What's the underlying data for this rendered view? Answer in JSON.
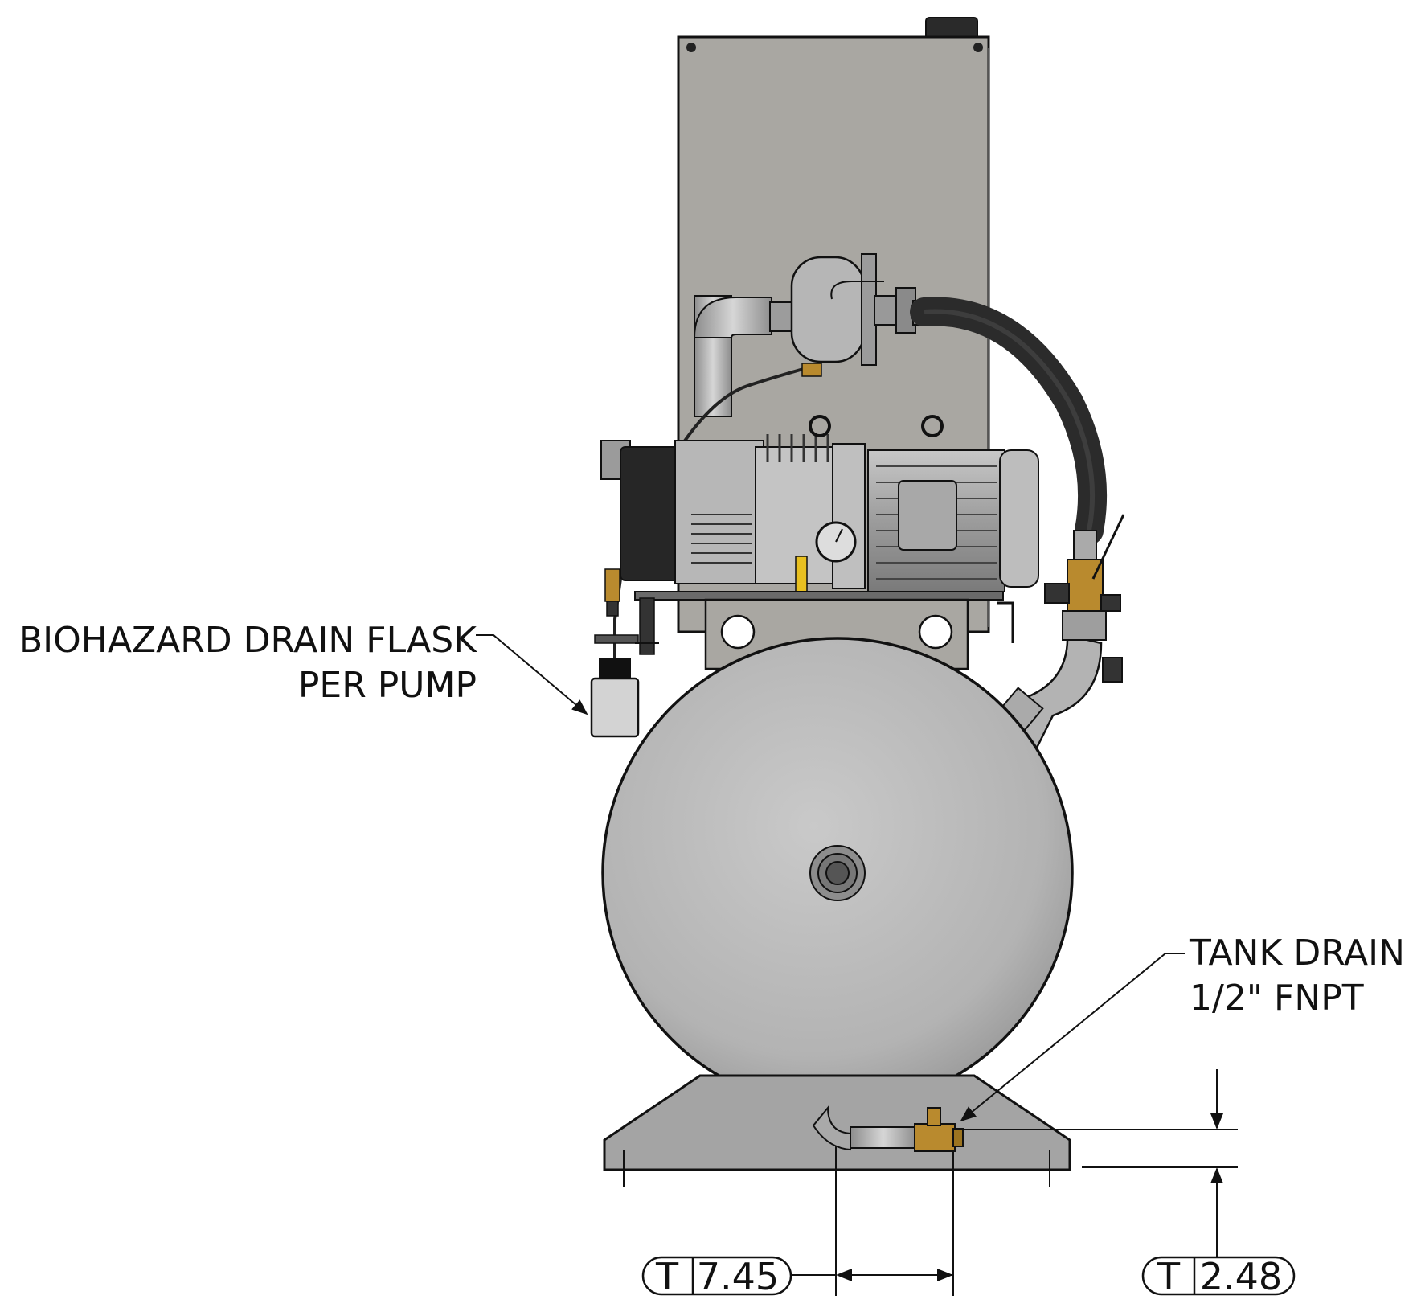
{
  "callouts": {
    "flask": {
      "line1": "BIOHAZARD DRAIN FLASK",
      "line2": "PER PUMP"
    },
    "tank_drain": {
      "line1": "TANK DRAIN",
      "line2": "1/2\" FNPT"
    }
  },
  "dimensions": {
    "horizontal": {
      "prefix": "T",
      "value": "7.45"
    },
    "vertical": {
      "prefix": "T",
      "value": "2.48"
    }
  },
  "colors": {
    "line": "#111111",
    "tank": "#b4b4b4",
    "panel": "#a9a7a2",
    "base": "#a4a4a4",
    "brass": "#b98a2e",
    "yellow_handle": "#e8c020"
  }
}
